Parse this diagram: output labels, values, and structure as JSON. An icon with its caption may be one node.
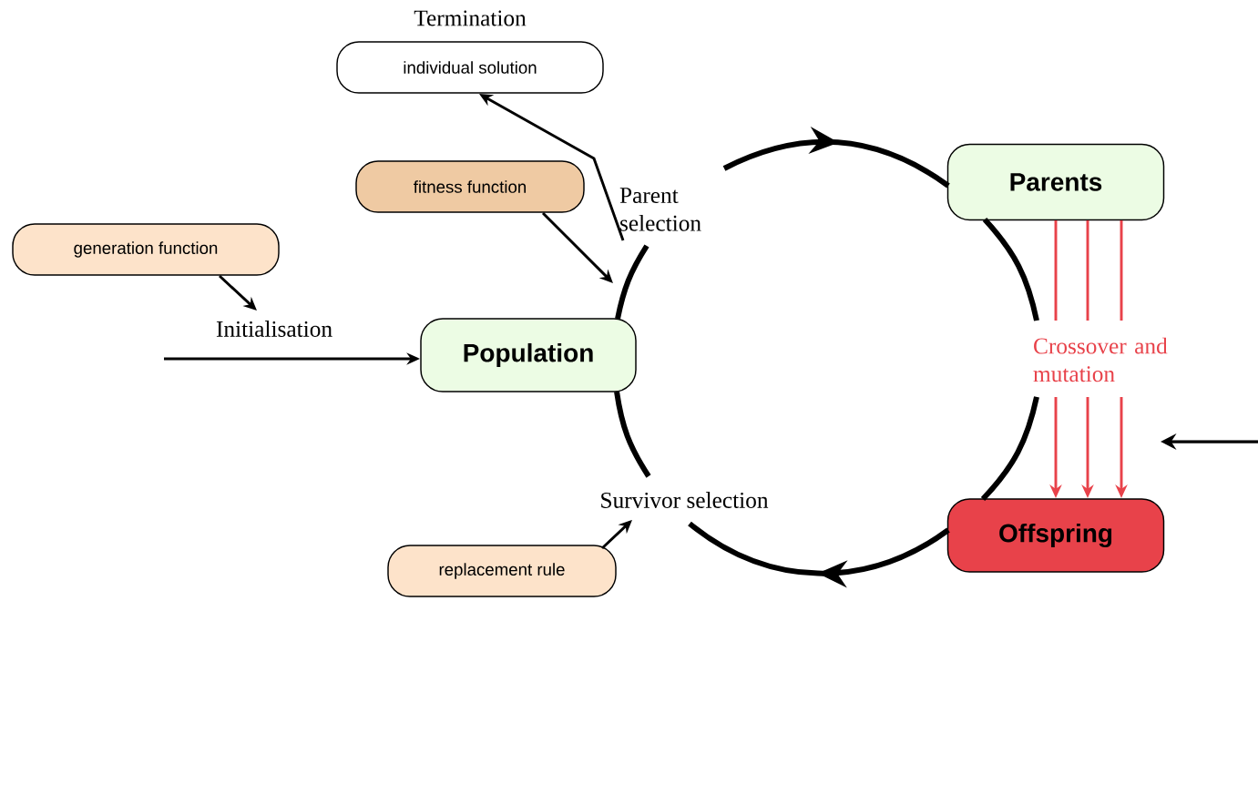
{
  "diagram": {
    "nodes": [
      {
        "text": [
          "Termination",
          "individual solution"
        ]
      },
      {
        "text": [
          "fitness function"
        ]
      },
      {
        "text": [
          "generation function"
        ]
      },
      {
        "text": [
          "Initialisation"
        ]
      },
      {
        "text": [
          "Population"
        ]
      },
      {
        "text": [
          "Parent selection"
        ]
      },
      {
        "text": [
          "Parents"
        ]
      },
      {
        "text": [
          "Crossover and mutation"
        ]
      },
      {
        "text": [
          "Offspring"
        ]
      },
      {
        "text": [
          "Survivor selection"
        ]
      },
      {
        "text": [
          "replacement rule"
        ]
      }
    ],
    "edges": [
      {
        "from": 4,
        "to": 5,
        "arrow": "none",
        "style": "thick"
      },
      {
        "from": 5,
        "to": 6,
        "arrow": "to",
        "style": "thick"
      },
      {
        "from": 6,
        "to": 7,
        "arrow": "none",
        "style": "thick"
      },
      {
        "from": 7,
        "to": 8,
        "arrow": "none",
        "style": "thick"
      },
      {
        "from": 8,
        "to": 9,
        "arrow": "to",
        "style": "thick"
      },
      {
        "from": 9,
        "to": 4,
        "arrow": "none",
        "style": "thick"
      },
      {
        "from": 6,
        "to": 7,
        "arrow": "none",
        "color": "#e8424a"
      },
      {
        "from": 6,
        "to": 7,
        "arrow": "none",
        "color": "#e8424a"
      },
      {
        "from": 6,
        "to": 7,
        "arrow": "none",
        "color": "#e8424a"
      },
      {
        "from": 7,
        "to": 8,
        "arrow": "to",
        "color": "#e8424a"
      },
      {
        "from": 7,
        "to": 8,
        "arrow": "to",
        "color": "#e8424a"
      },
      {
        "from": 7,
        "to": 8,
        "arrow": "to",
        "color": "#e8424a"
      },
      {
        "from": 5,
        "to": 0,
        "arrow": "to"
      },
      {
        "from": 1,
        "to": null,
        "arrow": "to"
      },
      {
        "from": 2,
        "to": 3,
        "arrow": "to"
      },
      {
        "from": null,
        "to": 4,
        "arrow": "to"
      },
      {
        "from": 10,
        "to": 9,
        "arrow": "to"
      }
    ]
  }
}
